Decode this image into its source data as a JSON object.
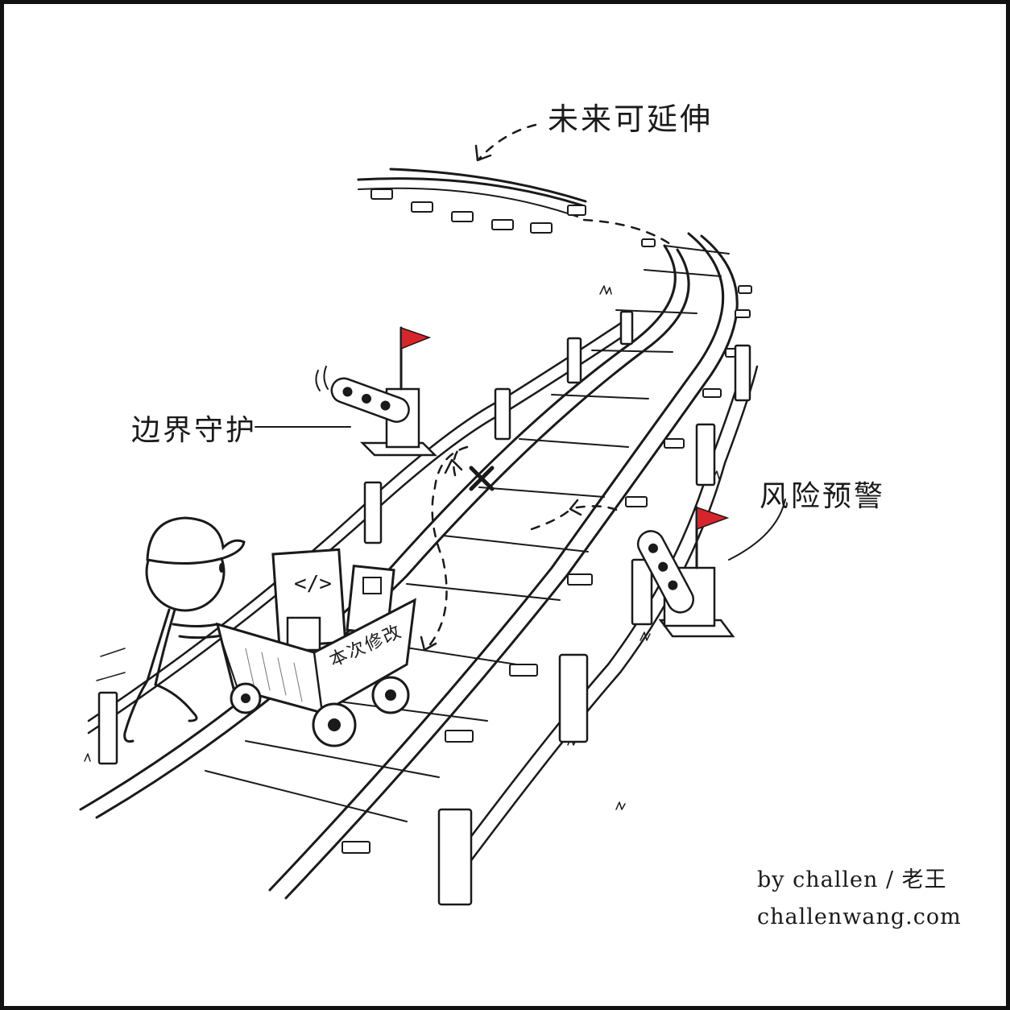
{
  "labels": {
    "future_extension": "未来可延伸",
    "boundary_guard": "边界守护",
    "risk_warning": "风险预警",
    "cart_text": "本次修改",
    "code_symbol": "</>"
  },
  "credits": {
    "author": "by challen / 老王",
    "site": "challenwang.com"
  },
  "colors": {
    "ink": "#1a1a1a",
    "flag": "#d6262b",
    "paper": "#ffffff"
  },
  "icons": [
    "worker-icon",
    "mine-cart-icon",
    "signal-flag-icon",
    "cross-mark-icon",
    "fence-post-icon"
  ]
}
